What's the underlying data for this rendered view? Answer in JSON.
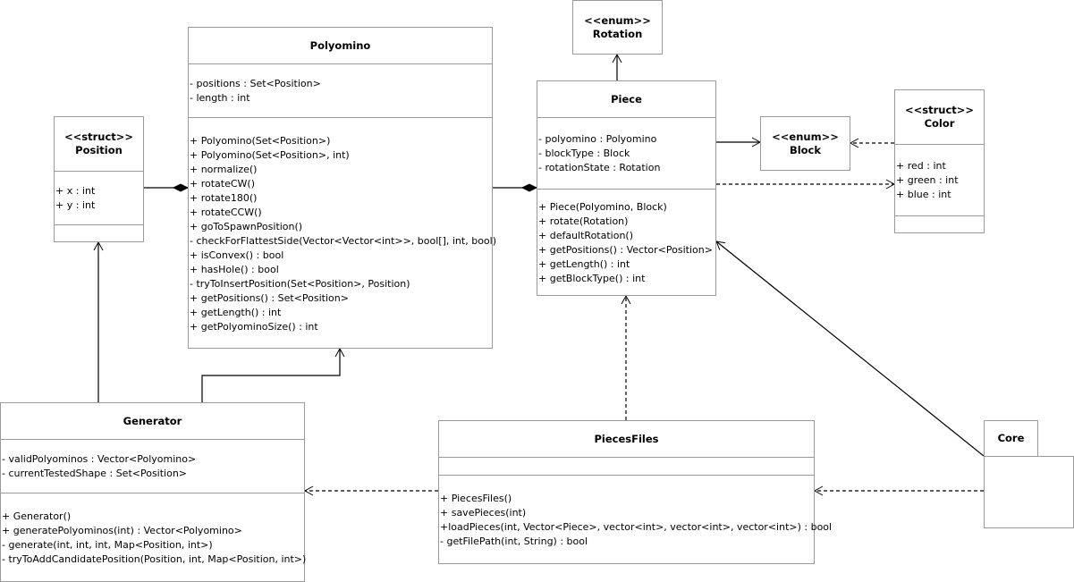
{
  "diagram": {
    "classes": {
      "polyomino": {
        "name": "Polyomino",
        "attributes": [
          "- positions : Set<Position>",
          "- length : int"
        ],
        "methods": [
          "+ Polyomino(Set<Position>)",
          "+ Polyomino(Set<Position>, int)",
          "+ normalize()",
          "+ rotateCW()",
          "+ rotate180()",
          "+ rotateCCW()",
          "+ goToSpawnPosition()",
          "- checkForFlattestSide(Vector<Vector<int>>, bool[], int, bool)",
          "+ isConvex() : bool",
          "+ hasHole() : bool",
          "- tryToInsertPosition(Set<Position>, Position)",
          "+ getPositions() : Set<Position>",
          "+ getLength() : int",
          "+ getPolyominoSize() : int"
        ]
      },
      "rotation": {
        "stereotype": "<<enum>>",
        "name": "Rotation"
      },
      "piece": {
        "name": "Piece",
        "attributes": [
          "- polyomino : Polyomino",
          "- blockType : Block",
          "- rotationState : Rotation"
        ],
        "methods": [
          "+ Piece(Polyomino, Block)",
          "+ rotate(Rotation)",
          "+ defaultRotation()",
          "+ getPositions() : Vector<Position>",
          "+ getLength() : int",
          "+ getBlockType() : int"
        ]
      },
      "block": {
        "stereotype": "<<enum>>",
        "name": "Block"
      },
      "color": {
        "stereotype": "<<struct>>",
        "name": "Color",
        "attributes": [
          "+ red : int",
          "+ green : int",
          "+ blue : int"
        ]
      },
      "position": {
        "stereotype": "<<struct>>",
        "name": "Position",
        "attributes": [
          "+ x : int",
          "+ y : int"
        ]
      },
      "generator": {
        "name": "Generator",
        "attributes": [
          "- validPolyominos : Vector<Polyomino>",
          "- currentTestedShape : Set<Position>"
        ],
        "methods": [
          "+ Generator()",
          "+ generatePolyominos(int) : Vector<Polyomino>",
          "- generate(int, int, int, Map<Position, int>)",
          "- tryToAddCandidatePosition(Position, int, Map<Position, int>)"
        ]
      },
      "piecesfiles": {
        "name": "PiecesFiles",
        "methods": [
          "+ PiecesFiles()",
          "+ savePieces(int)",
          "+loadPieces(int, Vector<Piece>, vector<int>, vector<int>, vector<int>) : bool",
          "- getFilePath(int, String) : bool"
        ]
      },
      "core": {
        "name": "Core"
      }
    },
    "colors": {
      "border": "#9a9a9a",
      "line": "#000000",
      "background": "#ffffff"
    }
  }
}
